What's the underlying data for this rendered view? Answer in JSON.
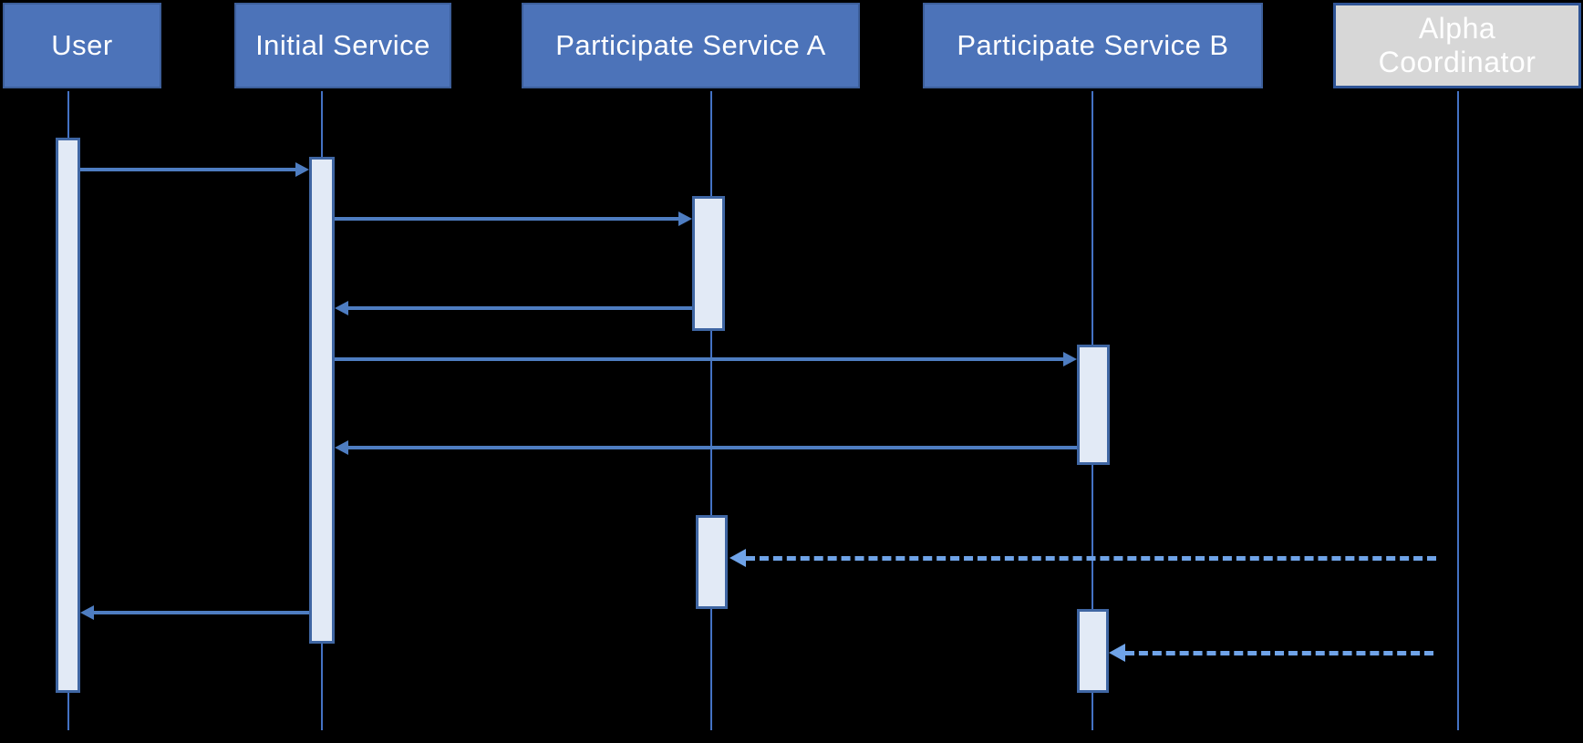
{
  "diagram": {
    "type": "uml-sequence-diagram",
    "background": "#000000",
    "participants": [
      {
        "id": "user",
        "label": "User",
        "kind": "service",
        "fill": "#4C73B9",
        "text_color": "#FFFFFF"
      },
      {
        "id": "initial-service",
        "label": "Initial Service",
        "kind": "service",
        "fill": "#4C73B9",
        "text_color": "#FFFFFF"
      },
      {
        "id": "participate-service-a",
        "label": "Participate Service A",
        "kind": "service",
        "fill": "#4C73B9",
        "text_color": "#FFFFFF"
      },
      {
        "id": "participate-service-b",
        "label": "Participate Service B",
        "kind": "service",
        "fill": "#4C73B9",
        "text_color": "#FFFFFF"
      },
      {
        "id": "alpha-coordinator",
        "label": "Alpha Coordinator",
        "kind": "coordinator",
        "fill": "#D7D7D7",
        "border": "#2F5496",
        "text_color": "#FFFFFF"
      }
    ],
    "messages": [
      {
        "order": 1,
        "from": "user",
        "to": "initial-service",
        "style": "solid",
        "label": ""
      },
      {
        "order": 2,
        "from": "initial-service",
        "to": "participate-service-a",
        "style": "solid",
        "label": ""
      },
      {
        "order": 3,
        "from": "participate-service-a",
        "to": "initial-service",
        "style": "solid",
        "label": ""
      },
      {
        "order": 4,
        "from": "initial-service",
        "to": "participate-service-b",
        "style": "solid",
        "label": ""
      },
      {
        "order": 5,
        "from": "participate-service-b",
        "to": "initial-service",
        "style": "solid",
        "label": ""
      },
      {
        "order": 6,
        "from": "alpha-coordinator",
        "to": "participate-service-a",
        "style": "dashed",
        "label": ""
      },
      {
        "order": 7,
        "from": "initial-service",
        "to": "user",
        "style": "solid",
        "label": ""
      },
      {
        "order": 8,
        "from": "alpha-coordinator",
        "to": "participate-service-b",
        "style": "dashed",
        "label": ""
      }
    ],
    "colors": {
      "header_fill": "#4C73B9",
      "header_border": "#3D5F9B",
      "coordinator_fill": "#D7D7D7",
      "coordinator_border": "#2F5496",
      "activation_fill": "#E2EAF6",
      "activation_border": "#3F66A3",
      "solid_arrow": "#4E7DC1",
      "dashed_arrow": "#6FA3E8",
      "lifeline": "#4472C4"
    }
  }
}
